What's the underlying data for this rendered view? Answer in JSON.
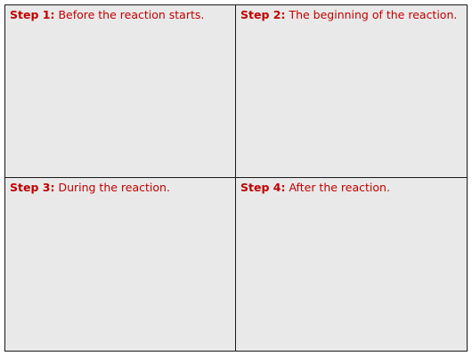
{
  "cells": [
    {
      "label": "Step 1:",
      "text": "Before the reaction starts."
    },
    {
      "label": "Step 2:",
      "text": "The beginning of the reaction."
    },
    {
      "label": "Step 3:",
      "text": "During the reaction."
    },
    {
      "label": "Step 4:",
      "text": "After the reaction."
    }
  ],
  "colors": {
    "text": "#c00000",
    "background": "#e9e9e9",
    "border": "#1a1a1a"
  }
}
